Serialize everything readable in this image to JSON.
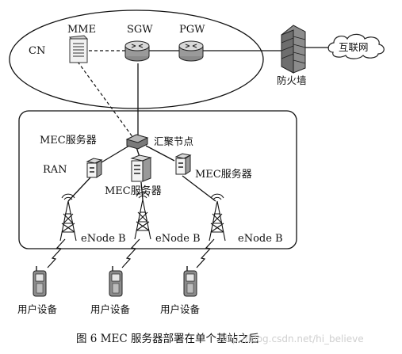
{
  "core_network": {
    "label": "CN",
    "mme": "MME",
    "sgw": "SGW",
    "pgw": "PGW"
  },
  "external": {
    "firewall": "防火墙",
    "internet": "互联网"
  },
  "access": {
    "aggregation_node": "汇聚节点",
    "mec_server_left": "MEC服务器",
    "ran": "RAN",
    "mec_server_center": "MEC服务器",
    "mec_server_right": "MEC服务器",
    "enodeb_1": "eNode B",
    "enodeb_2": "eNode B",
    "enodeb_3": "eNode B"
  },
  "devices": {
    "ue_1": "用户设备",
    "ue_2": "用户设备",
    "ue_3": "用户设备"
  },
  "caption": "图 6   MEC 服务器部署在单个基站之后",
  "watermark": "http://blog.csdn.net/hi_believe"
}
